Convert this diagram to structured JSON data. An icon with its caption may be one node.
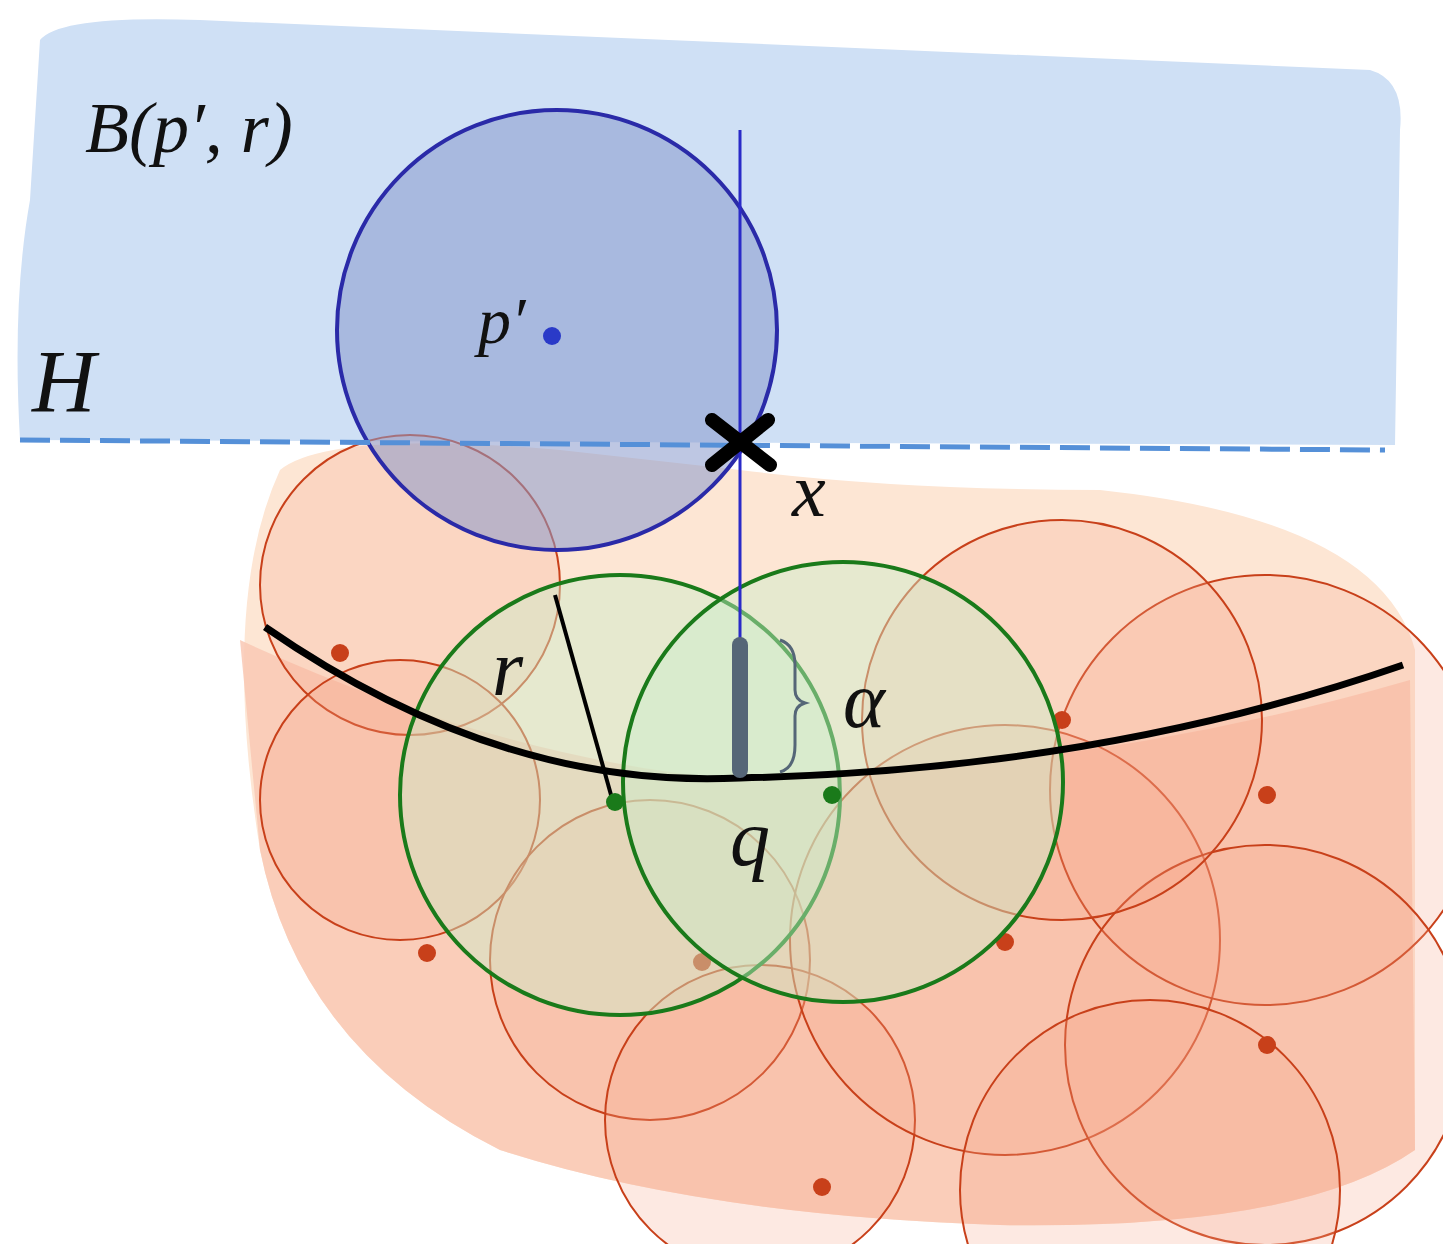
{
  "diagram": {
    "labels": [
      "B(p′, r)",
      "p′",
      "H",
      "x",
      "r",
      "α",
      "q"
    ]
  }
}
